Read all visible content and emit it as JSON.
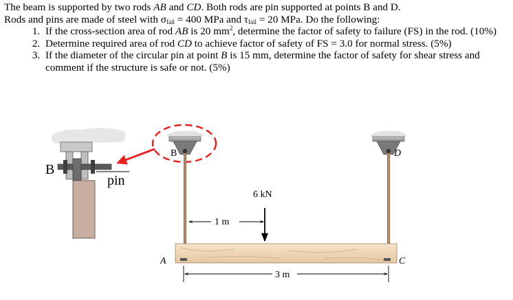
{
  "intro": {
    "l1a": "The beam is supported by two rods ",
    "l1b": "AB",
    "l1c": " and ",
    "l1d": "CD",
    "l1e": ". Both rods are pin supported at points B and D.",
    "l2a": "Rods and pins are made of steel with σ",
    "l2b": "fail",
    "l2c": " = 400 MPa and τ",
    "l2d": "fail",
    "l2e": " = 20 MPa. Do the following:"
  },
  "tasks": [
    {
      "a": "If the cross-section area of rod ",
      "b": "AB",
      "c": " is 20 mm",
      "d": "2",
      "e": ", determine the factor of safety to failure (FS) in the rod. (10%)"
    },
    {
      "a": "Determine required area of rod ",
      "b": "CD",
      "c": " to achieve factor of safety of FS = 3.0 for normal stress. (5%)"
    },
    {
      "a": "If the diameter of the circular pin at point ",
      "b": "B",
      "c": " is 15 mm, determine the factor of safety for shear stress and comment if the structure is safe or not. (5%)"
    }
  ],
  "figure": {
    "label_B_detail": "B",
    "label_pin": "pin",
    "label_B": "B",
    "label_D": "D",
    "label_A": "A",
    "label_C": "C",
    "load": "6 kN",
    "dim_load": "1 m",
    "dim_span": "3 m"
  },
  "colors": {
    "rod": "#a87a58",
    "beam": "#efd6b6",
    "arrow_red": "#e82020",
    "support_steel": "#707070"
  }
}
